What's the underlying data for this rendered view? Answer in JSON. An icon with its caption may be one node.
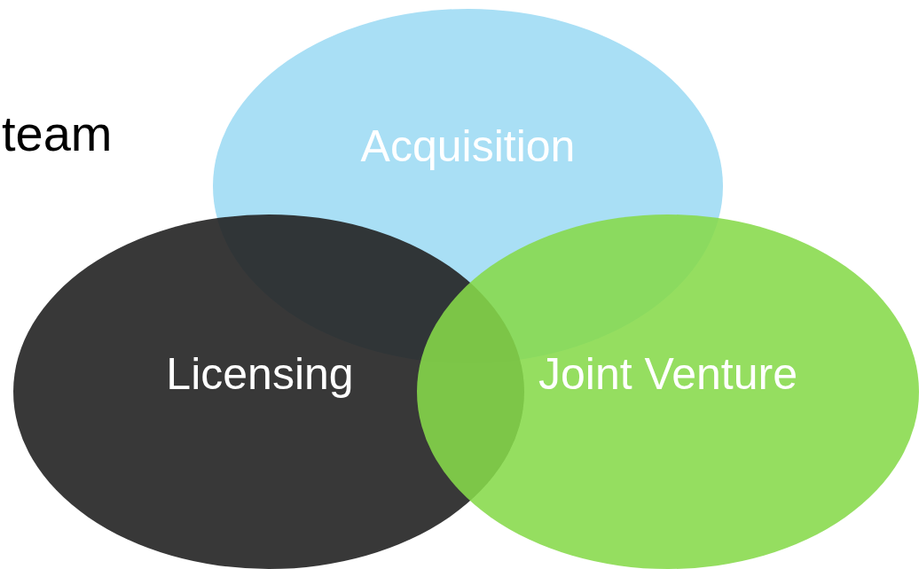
{
  "diagram": {
    "nodes": [
      {
        "text": [
          "Acquisition"
        ]
      },
      {
        "text": [
          "Licensing"
        ]
      },
      {
        "text": [
          "Joint Venture"
        ]
      }
    ],
    "labels": [
      "team"
    ]
  }
}
